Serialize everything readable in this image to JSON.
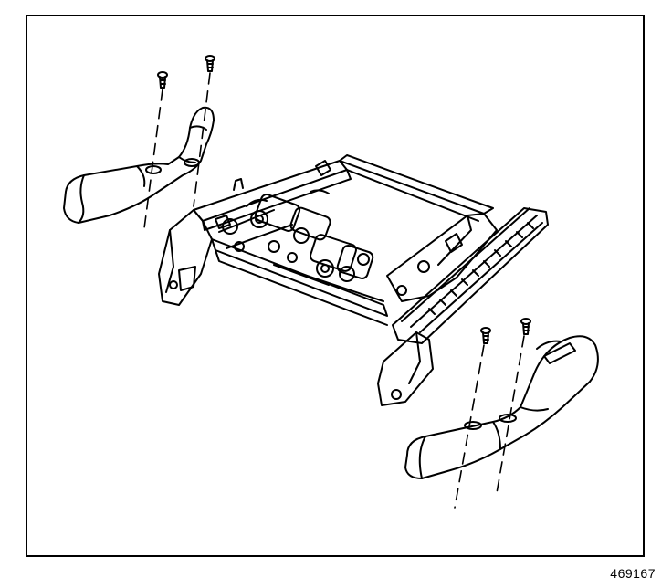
{
  "figure": {
    "code": "469167",
    "colors": {
      "line": "#000000",
      "background": "#ffffff"
    },
    "parts": [
      "seat-adjuster-frame",
      "left-side-trim-panel",
      "right-side-trim-panel",
      "fastener-screws"
    ]
  }
}
